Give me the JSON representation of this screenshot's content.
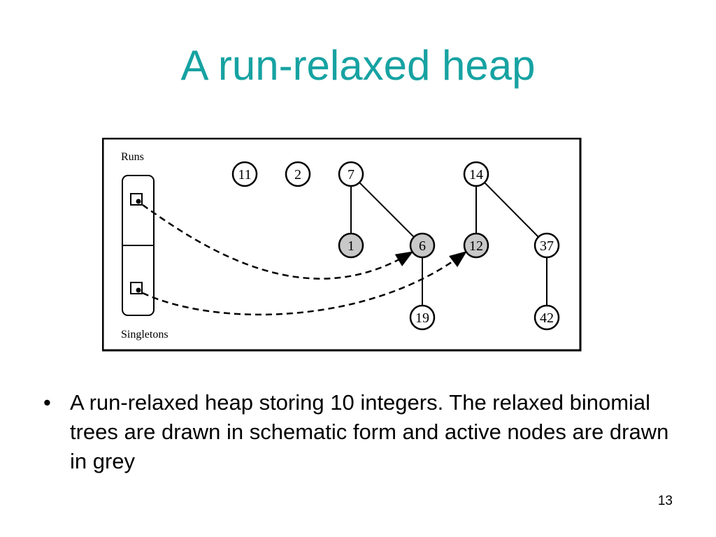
{
  "slide": {
    "title": "A run-relaxed heap",
    "title_color": "#17A2A2",
    "page_number": "13"
  },
  "diagram": {
    "labels": {
      "runs": "Runs",
      "singletons": "Singletons"
    },
    "colors": {
      "active_fill": "#c8c8c8",
      "normal_fill": "#ffffff",
      "stroke": "#000000"
    },
    "nodes": [
      {
        "id": "n11",
        "label": "11",
        "active": false
      },
      {
        "id": "n2",
        "label": "2",
        "active": false
      },
      {
        "id": "n7",
        "label": "7",
        "active": false
      },
      {
        "id": "n1",
        "label": "1",
        "active": true
      },
      {
        "id": "n6",
        "label": "6",
        "active": true
      },
      {
        "id": "n19",
        "label": "19",
        "active": false
      },
      {
        "id": "n14",
        "label": "14",
        "active": false
      },
      {
        "id": "n12",
        "label": "12",
        "active": true
      },
      {
        "id": "n37",
        "label": "37",
        "active": false
      },
      {
        "id": "n42",
        "label": "42",
        "active": false
      }
    ],
    "edges": [
      {
        "from": "n7",
        "to": "n1"
      },
      {
        "from": "n7",
        "to": "n6"
      },
      {
        "from": "n6",
        "to": "n19"
      },
      {
        "from": "n14",
        "to": "n12"
      },
      {
        "from": "n14",
        "to": "n37"
      },
      {
        "from": "n37",
        "to": "n42"
      }
    ],
    "pointers": [
      {
        "from": "runs",
        "to": "n6"
      },
      {
        "from": "singletons",
        "to": "n12"
      }
    ]
  },
  "bullets": [
    {
      "text": "A run-relaxed heap storing 10 integers. The relaxed binomial trees are drawn in schematic form and active nodes are drawn in grey"
    }
  ],
  "bullet_symbol": "•"
}
